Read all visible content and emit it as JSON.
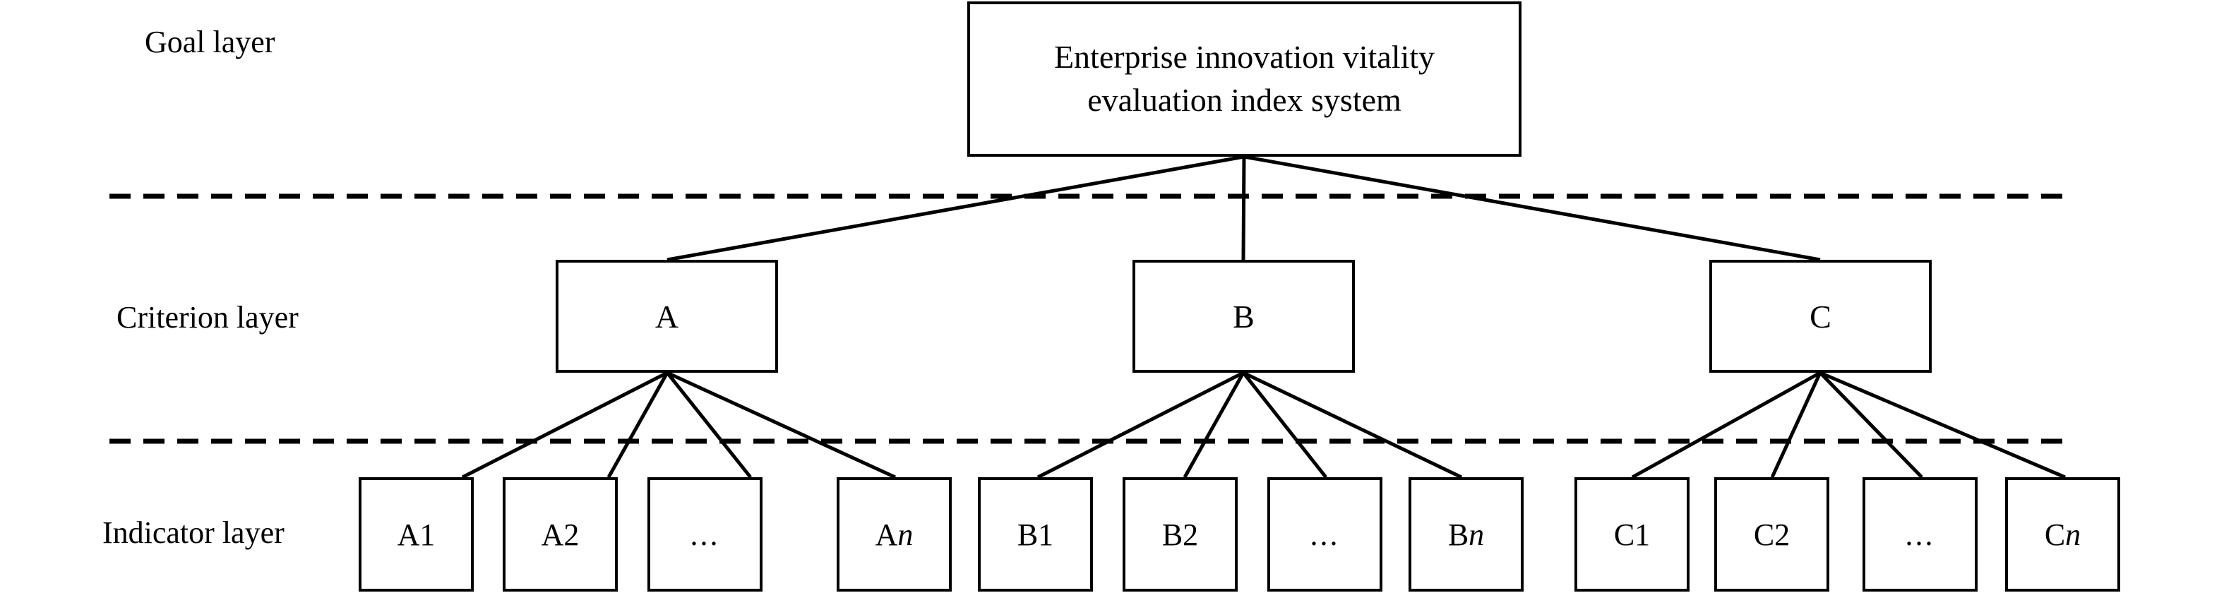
{
  "diagram": {
    "title": "Enterprise innovation vitality evaluation index system hierarchy",
    "type": "hierarchy-tree",
    "stroke_color": "#000000",
    "background_color": "#ffffff",
    "divider_style": "dashed"
  },
  "layers": [
    {
      "id": "goal",
      "label": "Goal layer"
    },
    {
      "id": "criterion",
      "label": "Criterion layer"
    },
    {
      "id": "indicator",
      "label": "Indicator layer"
    }
  ],
  "goal": {
    "line1": "Enterprise innovation vitality",
    "line2": "evaluation index system"
  },
  "criteria": [
    {
      "id": "A",
      "label": "A"
    },
    {
      "id": "B",
      "label": "B"
    },
    {
      "id": "C",
      "label": "C"
    }
  ],
  "indicators": {
    "A": [
      {
        "prefix": "A",
        "suffix": "1",
        "italic_suffix": false
      },
      {
        "prefix": "A",
        "suffix": "2",
        "italic_suffix": false
      },
      {
        "prefix": "",
        "suffix": "...",
        "italic_suffix": false
      },
      {
        "prefix": "A",
        "suffix": "n",
        "italic_suffix": true
      }
    ],
    "B": [
      {
        "prefix": "B",
        "suffix": "1",
        "italic_suffix": false
      },
      {
        "prefix": "B",
        "suffix": "2",
        "italic_suffix": false
      },
      {
        "prefix": "",
        "suffix": "...",
        "italic_suffix": false
      },
      {
        "prefix": "B",
        "suffix": "n",
        "italic_suffix": true
      }
    ],
    "C": [
      {
        "prefix": "C",
        "suffix": "1",
        "italic_suffix": false
      },
      {
        "prefix": "C",
        "suffix": "2",
        "italic_suffix": false
      },
      {
        "prefix": "",
        "suffix": "...",
        "italic_suffix": false
      },
      {
        "prefix": "C",
        "suffix": "n",
        "italic_suffix": true
      }
    ]
  }
}
